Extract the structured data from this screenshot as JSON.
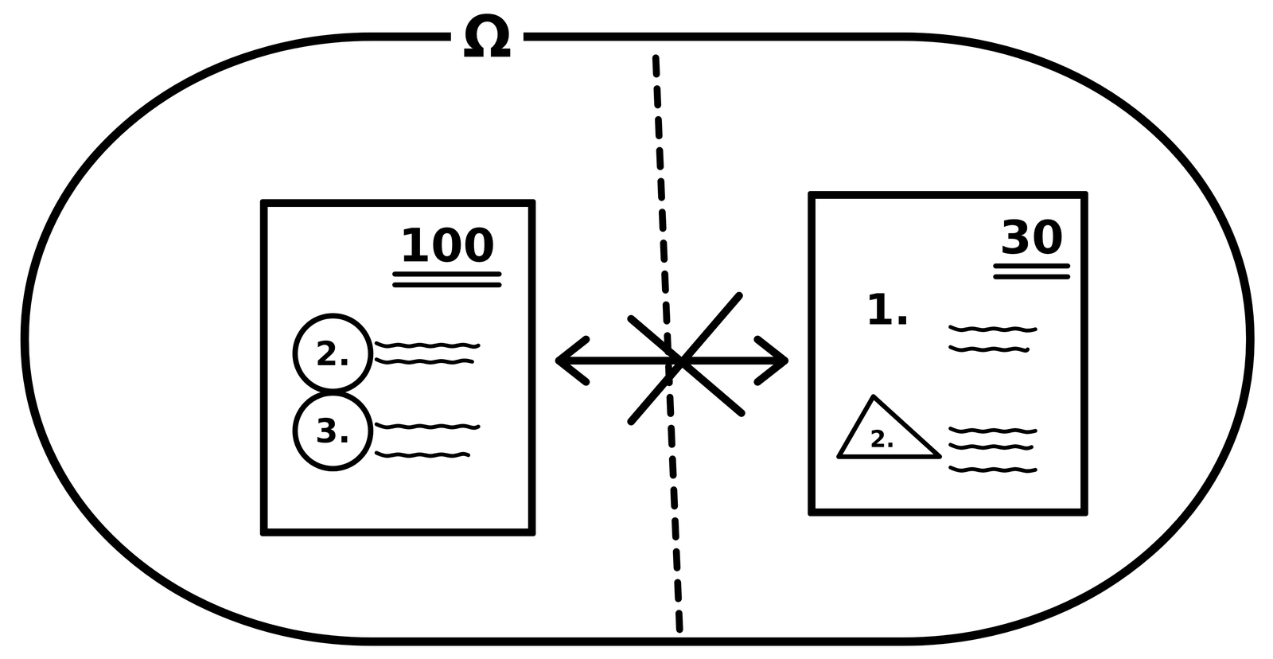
{
  "diagram": {
    "nodes": [
      {
        "text": [
          "Ω"
        ]
      },
      {
        "text": [
          "100"
        ],
        "in": 0
      },
      {
        "text": [
          "2."
        ],
        "in": 1
      },
      {
        "text": [
          "3."
        ],
        "in": 1
      },
      {
        "text": [
          "30"
        ],
        "in": 0
      },
      {
        "text": [
          "2."
        ],
        "in": 4
      }
    ],
    "edges": [
      {
        "from": 1,
        "to": 4,
        "arrow": "both"
      }
    ],
    "labels": [
      "1."
    ]
  }
}
